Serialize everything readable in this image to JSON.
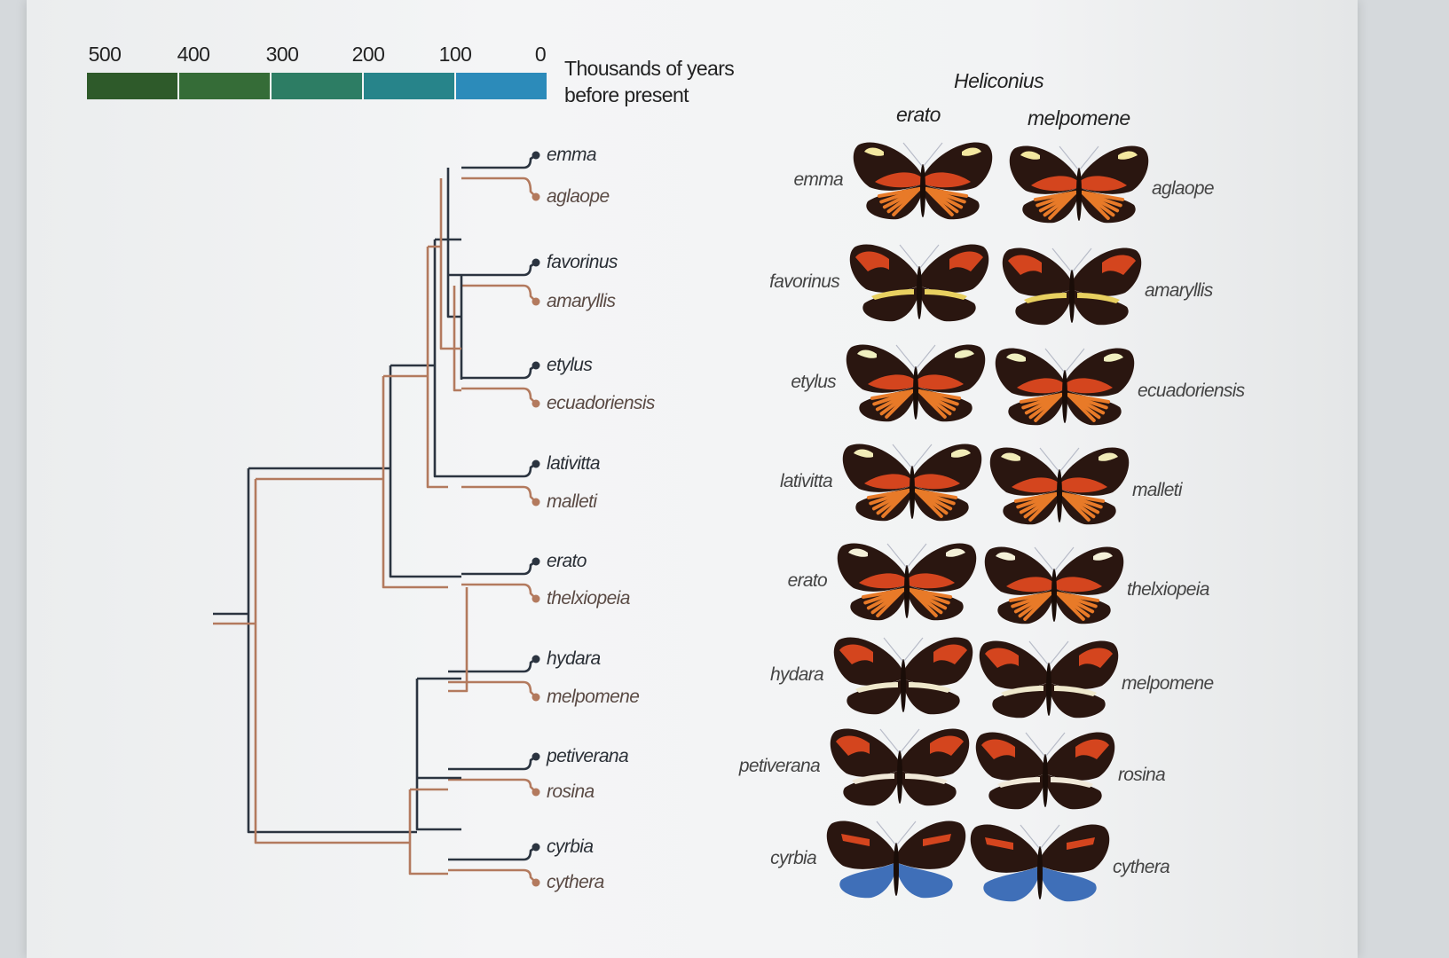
{
  "timescale": {
    "ticks": [
      "500",
      "400",
      "300",
      "200",
      "100",
      "0"
    ],
    "unit_line1": "Thousands of years",
    "unit_line2": "before present",
    "colors": [
      "#2e5a2a",
      "#356c37",
      "#2d7d64",
      "#27848a",
      "#2c8bba",
      "#3696d6"
    ]
  },
  "header": {
    "genus": "Heliconius",
    "col1": "erato",
    "col2": "melpomene"
  },
  "tree": {
    "colors": {
      "erato_lineage": "#2b3440",
      "melpomene_lineage": "#b37a5e"
    },
    "tips": [
      {
        "name": "emma",
        "lineage": "erato"
      },
      {
        "name": "aglaope",
        "lineage": "melpomene"
      },
      {
        "name": "favorinus",
        "lineage": "erato"
      },
      {
        "name": "amaryllis",
        "lineage": "melpomene"
      },
      {
        "name": "etylus",
        "lineage": "erato"
      },
      {
        "name": "ecuadoriensis",
        "lineage": "melpomene"
      },
      {
        "name": "lativitta",
        "lineage": "erato"
      },
      {
        "name": "malleti",
        "lineage": "melpomene"
      },
      {
        "name": "erato",
        "lineage": "erato"
      },
      {
        "name": "thelxiopeia",
        "lineage": "melpomene"
      },
      {
        "name": "hydara",
        "lineage": "erato"
      },
      {
        "name": "melpomene",
        "lineage": "melpomene"
      },
      {
        "name": "petiverana",
        "lineage": "erato"
      },
      {
        "name": "rosina",
        "lineage": "melpomene"
      },
      {
        "name": "cyrbia",
        "lineage": "erato"
      },
      {
        "name": "cythera",
        "lineage": "melpomene"
      }
    ]
  },
  "butterflies": [
    {
      "erato": "emma",
      "melpomene": "aglaope",
      "style": "rays",
      "patch": "#f4e8a0"
    },
    {
      "erato": "favorinus",
      "melpomene": "amaryllis",
      "style": "band",
      "patch": "#e8d060"
    },
    {
      "erato": "etylus",
      "melpomene": "ecuadoriensis",
      "style": "rays",
      "patch": "#f0f0c0"
    },
    {
      "erato": "lativitta",
      "melpomene": "malleti",
      "style": "rays",
      "patch": "#f2ecb8"
    },
    {
      "erato": "erato",
      "melpomene": "thelxiopeia",
      "style": "rays",
      "patch": "#f4f0d8"
    },
    {
      "erato": "hydara",
      "melpomene": "melpomene",
      "style": "band",
      "patch": "#efe8cc"
    },
    {
      "erato": "petiverana",
      "melpomene": "rosina",
      "style": "band",
      "patch": "#f0e8d8"
    },
    {
      "erato": "cyrbia",
      "melpomene": "cythera",
      "style": "blue",
      "patch": "#ffffff"
    }
  ]
}
